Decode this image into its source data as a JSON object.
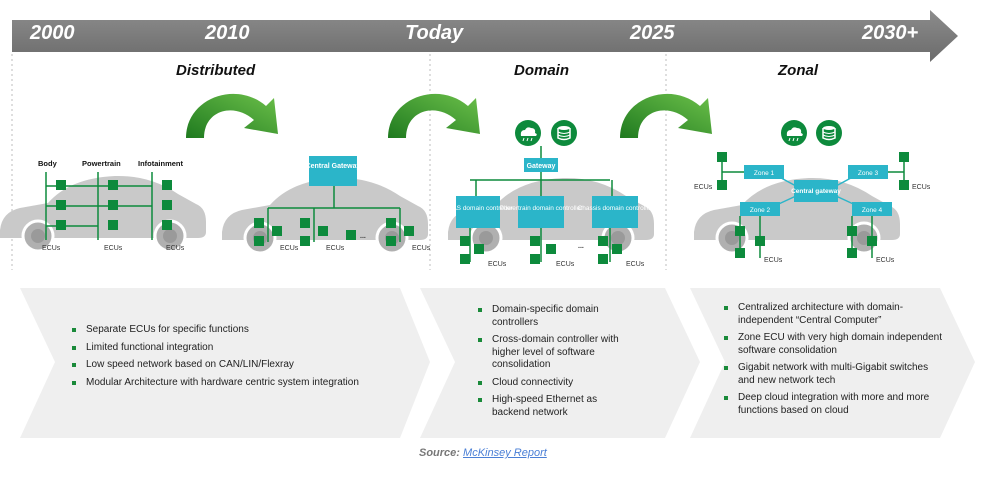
{
  "timeline": {
    "labels": [
      "2000",
      "2010",
      "Today",
      "2025",
      "2030+"
    ]
  },
  "eras": {
    "distributed": "Distributed",
    "domain": "Domain",
    "zonal": "Zonal"
  },
  "distributed_diagram": {
    "domains": [
      "Body",
      "Powertrain",
      "Infotainment"
    ],
    "ecu_label": "ECUs"
  },
  "gateway_diagram": {
    "central_gateway": "Central Gateway",
    "ecu_label": "ECUs",
    "ellipsis": "..."
  },
  "domain_diagram": {
    "gateway": "Gateway",
    "controllers": [
      "ADAS domain controller",
      "Powertrain domain controller",
      "Chassis domain controller"
    ],
    "ecu_label": "ECUs",
    "ellipsis": "..."
  },
  "zonal_diagram": {
    "central_gateway": "Central gateway",
    "zones": [
      "Zone 1",
      "Zone 2",
      "Zone 3",
      "Zone 4"
    ],
    "ecu_label": "ECUs"
  },
  "bullets": {
    "distributed": [
      "Separate ECUs for specific functions",
      "Limited functional integration",
      "Low speed network based on CAN/LIN/Flexray",
      "Modular Architecture with hardware centric system integration"
    ],
    "domain": [
      "Domain-specific domain controllers",
      "Cross-domain controller with higher level of software consolidation",
      "Cloud connectivity",
      "High-speed Ethernet as backend network"
    ],
    "zonal": [
      "Centralized architecture with domain-independent “Central Computer”",
      "Zone ECU with very high domain independent software consolidation",
      "Gigabit network with multi-Gigabit switches and new network tech",
      "Deep cloud integration with more and more functions based on cloud"
    ]
  },
  "source": {
    "prefix": "Source:",
    "link": "McKinsey Report"
  },
  "colors": {
    "ecu_green": "#0d8a3c",
    "arrow_green": "#3a9a2a",
    "controller_teal": "#2bb5c9",
    "timeline_gray": "#7a7a7a",
    "car_gray": "#c9c9c9"
  },
  "icons": [
    "cloud-icon",
    "database-icon"
  ]
}
